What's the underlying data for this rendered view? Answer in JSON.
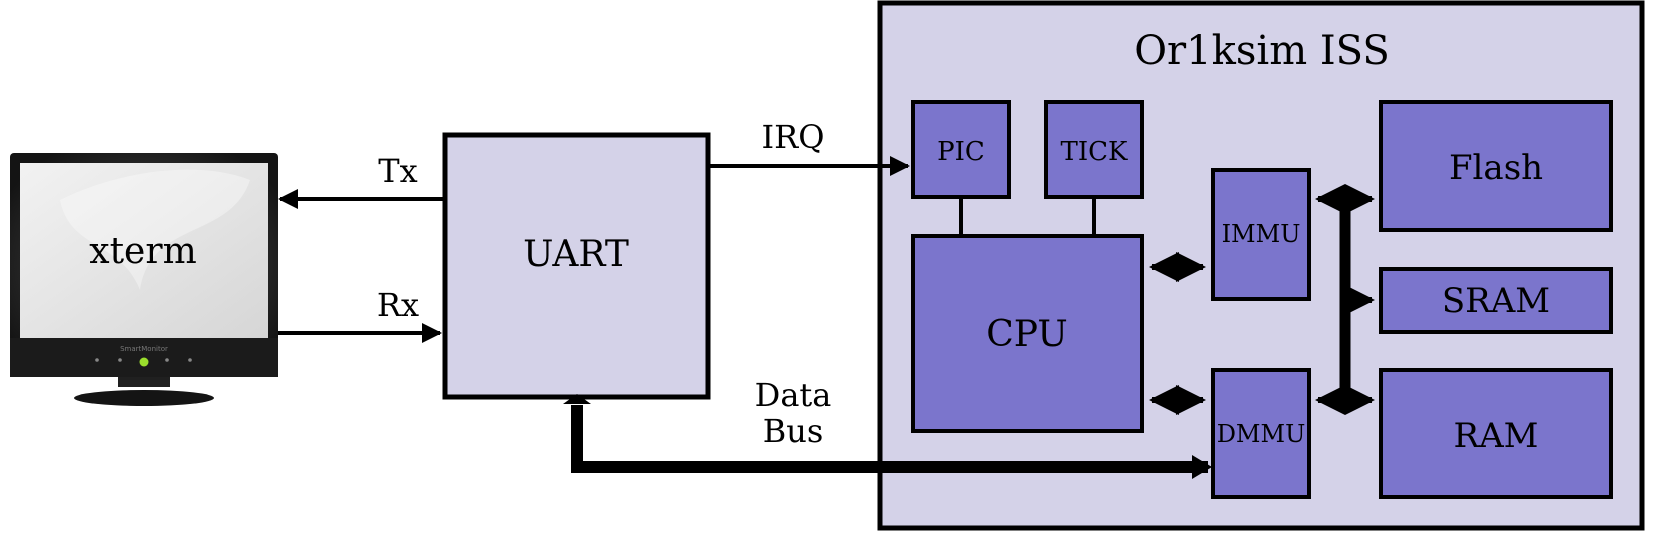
{
  "diagram": {
    "iss_title": "Or1ksim ISS",
    "monitor": {
      "label": "xterm",
      "brand": "SmartMonitor"
    },
    "uart": "UART",
    "signals": {
      "tx": "Tx",
      "rx": "Rx",
      "irq": "IRQ",
      "data_bus_line1": "Data",
      "data_bus_line2": "Bus"
    },
    "blocks": {
      "pic": "PIC",
      "tick": "TICK",
      "cpu": "CPU",
      "immu": "IMMU",
      "dmmu": "DMMU",
      "flash": "Flash",
      "sram": "SRAM",
      "ram": "RAM"
    },
    "colors": {
      "iss_fill": "#d4d2e8",
      "uart_fill": "#d4d2e8",
      "block_fill": "#7b75cc",
      "stroke": "#000000",
      "screen": "#e6e6e6",
      "bezel": "#1a1a1a",
      "led": "#9ade2c"
    }
  }
}
